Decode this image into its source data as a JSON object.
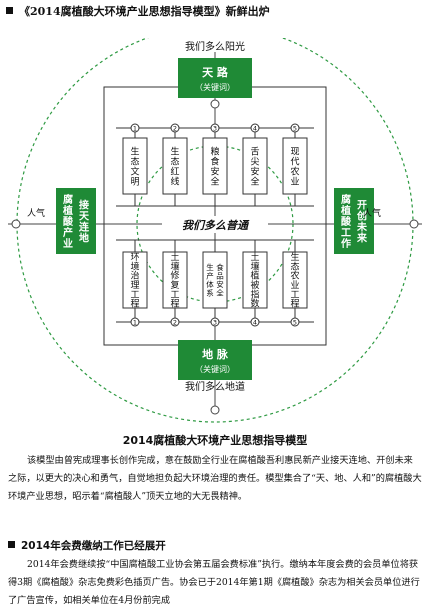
{
  "headline": "《2014腐植酸大环境产业思想指导模型》新鲜出炉",
  "diagram": {
    "top_text": "我们多么阳光",
    "bottom_text": "我们多么地道",
    "center_text": "我们多么普通",
    "left_label": "人气",
    "right_label": "人气",
    "tian": {
      "title": "天  路",
      "sub": "（关键词）"
    },
    "di": {
      "title": "地  脉",
      "sub": "（关键词）"
    },
    "left_box": [
      "接天连地",
      "腐植酸产业"
    ],
    "right_box": [
      "开创未来",
      "腐植酸工作"
    ],
    "top_row": [
      "生态文明",
      "生态红线",
      "粮食安全",
      "舌尖安全",
      "现代农业"
    ],
    "bottom_row": [
      "环境治理工程",
      "土壤修复工程",
      [
        "食品安全",
        "生产体系"
      ],
      "土壤植被指数",
      "生态农业工程"
    ],
    "numbers": [
      "1",
      "2",
      "3",
      "4",
      "5"
    ],
    "colors": {
      "green": "#1f8a36",
      "dash": "#2e9a42"
    }
  },
  "caption": "2014腐植酸大环境产业思想指导模型",
  "paragraph1": "该模型由曾宪成理事长创作完成，意在鼓励全行业在腐植酸吾利惠民新产业接天连地、开创未来之际，以更大的决心和勇气，自觉地担负起大环境治理的责任。模型集合了“天、地、人和”的腐植酸大环境产业思想，昭示着“腐植酸人”顶天立地的大无畏精神。",
  "heading2": "2014年会费缴纳工作已经展开",
  "paragraph2": "2014年会费继续按“中国腐植酸工业协会第五届会费标准”执行。缴纳本年度会费的会员单位将获得3期《腐植酸》杂志免费彩色插页广告。协会已于2014年第1期《腐植酸》杂志为相关会员单位进行了广告宣传，如相关单位在4月份前完成"
}
